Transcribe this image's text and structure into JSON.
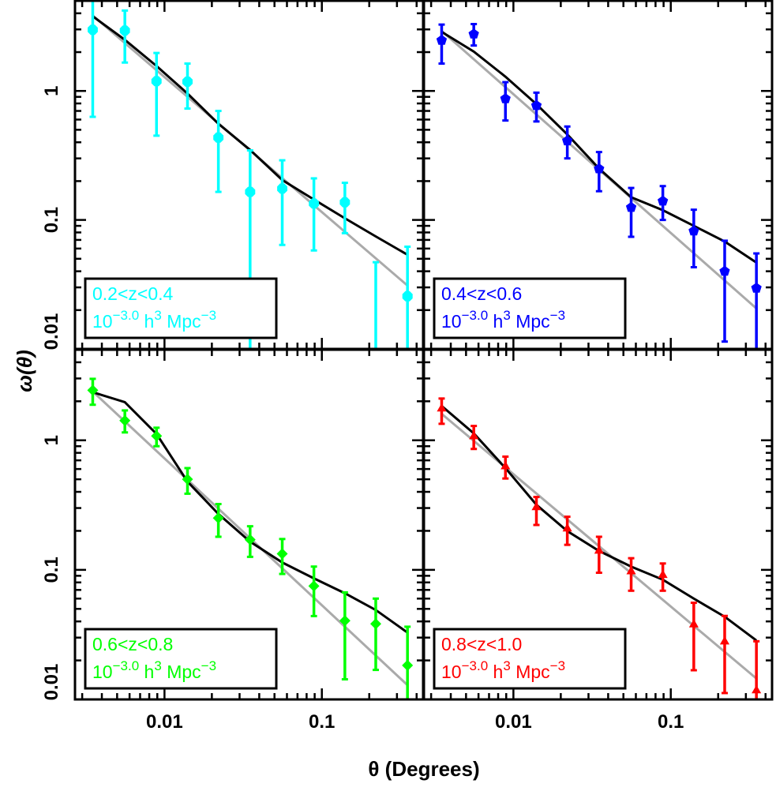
{
  "figure": {
    "ylabel": "ω(θ)",
    "xlabel": "θ (Degrees)"
  },
  "chart_data": [
    {
      "type": "scatter",
      "panel": "top-left",
      "legend": [
        "0.2<z<0.4",
        "10^{-3.0} h^{3} Mpc^{-3}"
      ],
      "legend_placement": "bottom-left",
      "color": "#00FFFF",
      "marker": "hexagon",
      "xscale": "log",
      "yscale": "log",
      "xlim": [
        0.0027,
        0.44
      ],
      "ylim": [
        0.01,
        5
      ],
      "x": [
        0.0035,
        0.0056,
        0.0089,
        0.014,
        0.022,
        0.035,
        0.056,
        0.089,
        0.14,
        0.22,
        0.35
      ],
      "y": [
        2.98,
        2.94,
        1.19,
        1.18,
        0.435,
        0.165,
        0.175,
        0.134,
        0.137,
        null,
        0.0256
      ],
      "yerr_upper": [
        5.0,
        4.2,
        1.97,
        1.63,
        0.7,
        0.346,
        0.29,
        0.21,
        0.194,
        0.047,
        0.062
      ],
      "yerr_lower": [
        0.63,
        1.66,
        0.45,
        0.73,
        0.165,
        null,
        0.064,
        0.058,
        0.079,
        null,
        null
      ],
      "model_black": [
        3.79,
        2.49,
        1.56,
        0.955,
        0.557,
        0.349,
        0.204,
        0.144,
        0.103,
        0.0745,
        0.0537
      ],
      "power_law_gray": [
        3.85,
        0.031
      ]
    },
    {
      "type": "scatter",
      "panel": "top-right",
      "legend": [
        "0.4<z<0.6",
        "10^{-3.0} h^{3} Mpc^{-3}"
      ],
      "legend_placement": "bottom-left",
      "color": "#0000FF",
      "marker": "pentagon",
      "xscale": "log",
      "yscale": "log",
      "xlim": [
        0.0027,
        0.44
      ],
      "ylim": [
        0.01,
        5
      ],
      "x": [
        0.0035,
        0.0056,
        0.0089,
        0.014,
        0.022,
        0.035,
        0.056,
        0.089,
        0.14,
        0.22,
        0.35
      ],
      "y": [
        2.47,
        2.76,
        0.87,
        0.77,
        0.41,
        0.249,
        0.125,
        0.14,
        0.082,
        0.04,
        0.0296
      ],
      "yerr_upper": [
        3.27,
        3.3,
        1.17,
        0.97,
        0.53,
        0.336,
        0.177,
        0.183,
        0.12,
        0.069,
        0.055
      ],
      "yerr_lower": [
        1.63,
        2.25,
        0.59,
        0.58,
        0.3,
        0.167,
        0.074,
        0.1,
        0.043,
        0.0114,
        null
      ],
      "model_black": [
        2.87,
        2.02,
        1.29,
        0.79,
        0.46,
        0.25,
        0.15,
        0.119,
        0.09,
        0.068,
        0.0467
      ],
      "power_law_gray": [
        2.92,
        0.0206
      ]
    },
    {
      "type": "scatter",
      "panel": "bottom-left",
      "legend": [
        "0.6<z<0.8",
        "10^{-3.0} h^{3} Mpc^{-3}"
      ],
      "legend_placement": "bottom-left",
      "color": "#00FF00",
      "marker": "diamond",
      "xscale": "log",
      "yscale": "log",
      "xlim": [
        0.0027,
        0.44
      ],
      "ylim": [
        0.01,
        5
      ],
      "x": [
        0.0035,
        0.0056,
        0.0089,
        0.014,
        0.022,
        0.035,
        0.056,
        0.089,
        0.14,
        0.22,
        0.35
      ],
      "y": [
        2.43,
        1.42,
        1.08,
        0.5,
        0.251,
        0.171,
        0.133,
        0.075,
        0.0405,
        0.0383,
        0.0183
      ],
      "yerr_upper": [
        2.98,
        1.7,
        1.25,
        0.61,
        0.322,
        0.217,
        0.173,
        0.106,
        0.067,
        0.06,
        0.0364
      ],
      "yerr_lower": [
        1.88,
        1.15,
        0.9,
        0.387,
        0.18,
        0.126,
        0.093,
        0.044,
        0.0143,
        0.0169,
        null
      ],
      "model_black": [
        2.35,
        1.97,
        1.12,
        0.48,
        0.27,
        0.165,
        0.114,
        0.086,
        0.066,
        0.049,
        0.0328
      ],
      "power_law_gray": [
        2.38,
        0.0129
      ]
    },
    {
      "type": "scatter",
      "panel": "bottom-right",
      "legend": [
        "0.8<z<1.0",
        "10^{-3.0} h^{3} Mpc^{-3}"
      ],
      "legend_placement": "bottom-left",
      "color": "#FF0000",
      "marker": "triangle",
      "xscale": "log",
      "yscale": "log",
      "xlim": [
        0.0027,
        0.44
      ],
      "ylim": [
        0.01,
        5
      ],
      "x": [
        0.0035,
        0.0056,
        0.0089,
        0.014,
        0.022,
        0.035,
        0.056,
        0.089,
        0.14,
        0.22,
        0.35
      ],
      "y": [
        1.75,
        1.07,
        0.627,
        0.303,
        0.208,
        0.14,
        0.097,
        0.091,
        0.0378,
        0.0279,
        0.0117
      ],
      "yerr_upper": [
        2.1,
        1.29,
        0.748,
        0.365,
        0.257,
        0.18,
        0.123,
        0.112,
        0.0557,
        0.0441,
        0.0281
      ],
      "yerr_lower": [
        1.34,
        0.857,
        0.507,
        0.222,
        0.156,
        0.095,
        0.069,
        0.069,
        0.0168,
        0.0112,
        null
      ],
      "model_black": [
        1.84,
        1.13,
        0.61,
        0.318,
        0.199,
        0.14,
        0.106,
        0.084,
        0.06,
        0.0435,
        0.0285
      ],
      "power_law_gray": [
        1.6,
        0.0145
      ]
    }
  ],
  "axes": {
    "y_tick_labels": [
      "0.01",
      "0.1",
      "1"
    ],
    "y_tick_values": [
      0.01,
      0.1,
      1
    ],
    "x_tick_labels": [
      "0.01",
      "0.1"
    ],
    "x_tick_values": [
      0.01,
      0.1
    ]
  },
  "colors": {
    "model": "#000000",
    "power_law": "#AAAAAA"
  }
}
